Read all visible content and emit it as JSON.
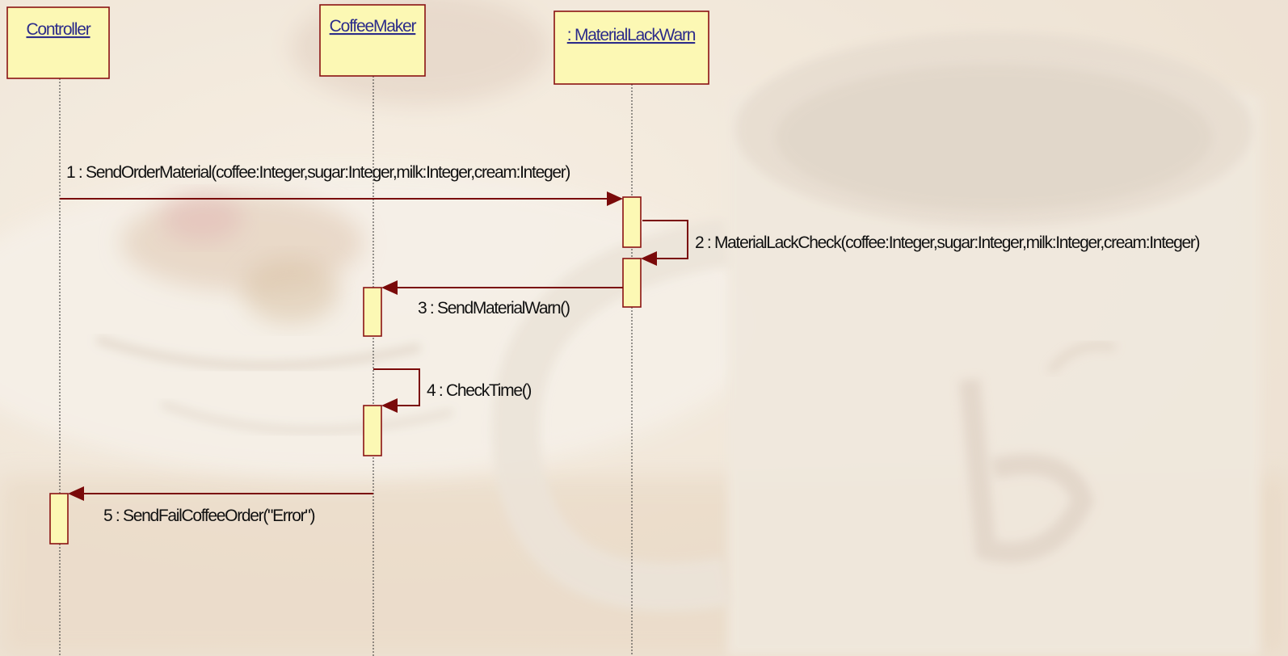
{
  "diagram": {
    "lifelines": [
      {
        "id": "controller",
        "label": "Controller"
      },
      {
        "id": "coffeemaker",
        "label": "CoffeeMaker"
      },
      {
        "id": "materiallackwarn",
        "label": ": MaterialLackWarn"
      }
    ],
    "messages": [
      {
        "number": 1,
        "from": "controller",
        "to": "materiallackwarn",
        "label": "1 : SendOrderMaterial(coffee:Integer,sugar:Integer,milk:Integer,cream:Integer)"
      },
      {
        "number": 2,
        "from": "materiallackwarn",
        "to": "materiallackwarn",
        "label": "2 : MaterialLackCheck(coffee:Integer,sugar:Integer,milk:Integer,cream:Integer)"
      },
      {
        "number": 3,
        "from": "materiallackwarn",
        "to": "coffeemaker",
        "label": "3 : SendMaterialWarn()"
      },
      {
        "number": 4,
        "from": "coffeemaker",
        "to": "coffeemaker",
        "label": "4 : CheckTime()"
      },
      {
        "number": 5,
        "from": "coffeemaker",
        "to": "controller",
        "label": "5 : SendFailCoffeeOrder(\"Error\")"
      }
    ]
  },
  "colors": {
    "box_fill": "#fcf8b4",
    "box_border": "#8a1212",
    "title_text": "#2c2c8a",
    "message_line": "#7a0a0a",
    "background": "#f1e7d9"
  }
}
